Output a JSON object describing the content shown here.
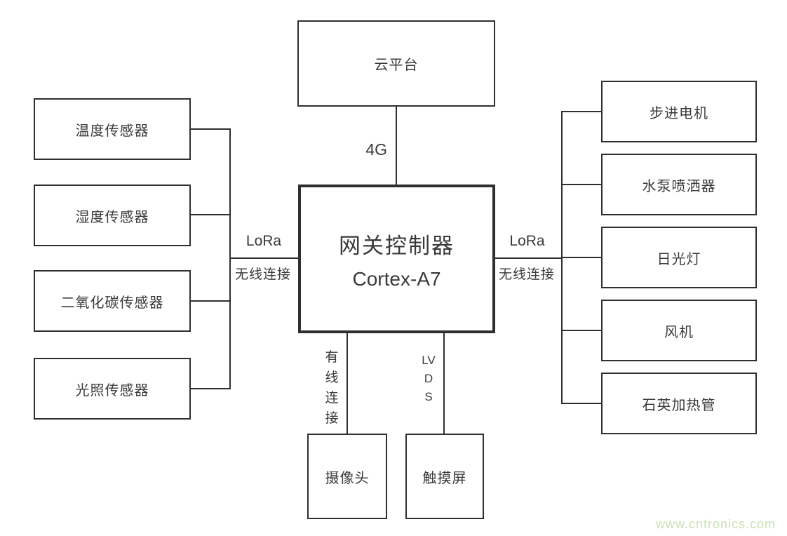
{
  "diagram": {
    "nodes": {
      "cloud": "云平台",
      "gateway_title": "网关控制器",
      "gateway_subtitle": "Cortex-A7",
      "camera": "摄像头",
      "touchscreen": "触摸屏"
    },
    "sensors": [
      "温度传感器",
      "湿度传感器",
      "二氧化碳传感器",
      "光照传感器"
    ],
    "actuators": [
      "步进电机",
      "水泵喷洒器",
      "日光灯",
      "风机",
      "石英加热管"
    ],
    "links": {
      "wan": "4G",
      "lora_left": "LoRa",
      "lora_left_sub": "无线连接",
      "lora_right": "LoRa",
      "lora_right_sub": "无线连接",
      "camera": "有线连接",
      "touchscreen": "LVDS"
    },
    "watermark": "www.cntronics.com",
    "colors": {
      "line": "#2f2f2f",
      "text": "#3a3a3a",
      "watermark": "#c8e2b4",
      "background": "#ffffff"
    }
  }
}
